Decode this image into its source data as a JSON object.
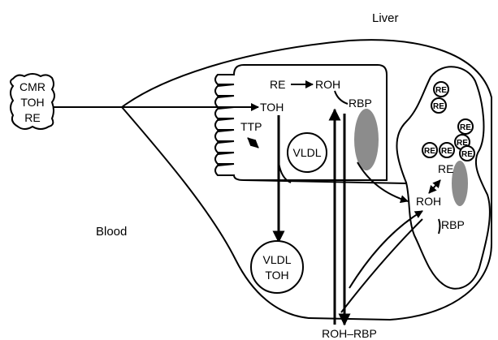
{
  "labels": {
    "liver": "Liver",
    "blood": "Blood",
    "cmr": "CMR",
    "toh_left": "TOH",
    "re_left": "RE",
    "re_top": "RE",
    "roh_top": "ROH",
    "rbp_top": "RBP",
    "toh_mid": "TOH",
    "ttp": "TTP",
    "vldl_inner": "VLDL",
    "vldl_blood": "VLDL",
    "toh_blood": "TOH",
    "re_right": "RE",
    "roh_right": "ROH",
    "rbp_right": "RBP",
    "roh_rbp_bottom": "ROH–RBP",
    "re_droplet": "RE"
  },
  "colors": {
    "line": "#000000",
    "shaded": "#8c8c8c",
    "background": "#ffffff"
  }
}
